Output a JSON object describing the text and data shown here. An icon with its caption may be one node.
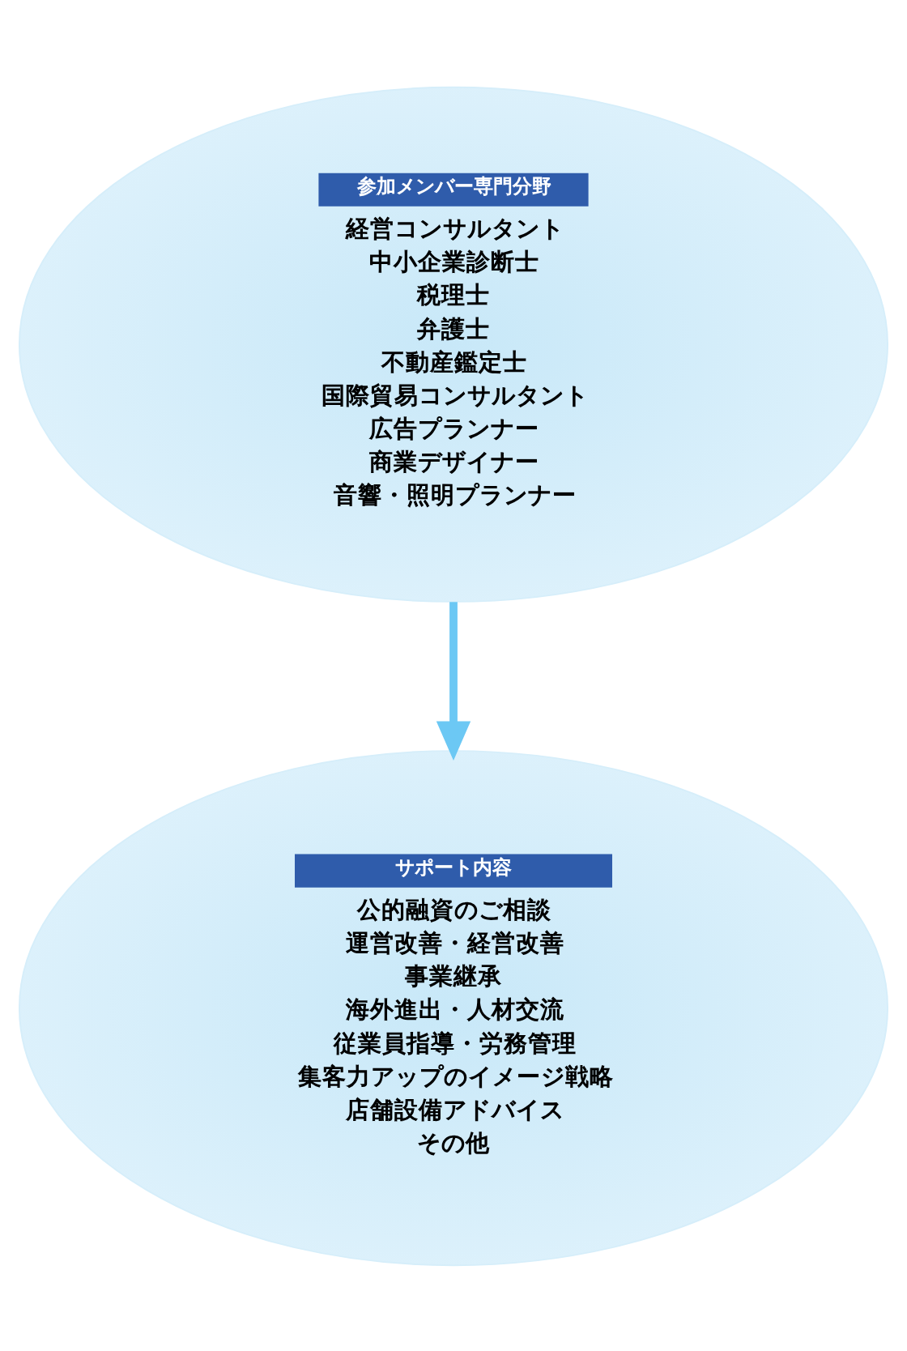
{
  "diagram": {
    "nodes": [
      {
        "text": [
          "参加メンバー専門分野",
          "経営コンサルタント",
          "中小企業診断士",
          "税理士",
          "弁護士",
          "不動産鑑定士",
          "国際貿易コンサルタント",
          "広告プランナー",
          "商業デザイナー",
          "音響・照明プランナー"
        ]
      },
      {
        "text": [
          "サポート内容",
          "公的融資のご相談",
          "運営改善・経営改善",
          "事業継承",
          "海外進出・人材交流",
          "従業員指導・労務管理",
          "集客力アップのイメージ戦略",
          "店舗設備アドバイス",
          "その他"
        ]
      }
    ],
    "edges": [
      {
        "from": 0,
        "to": 1,
        "arrow": "to",
        "color": "#6cc8f4"
      }
    ]
  }
}
